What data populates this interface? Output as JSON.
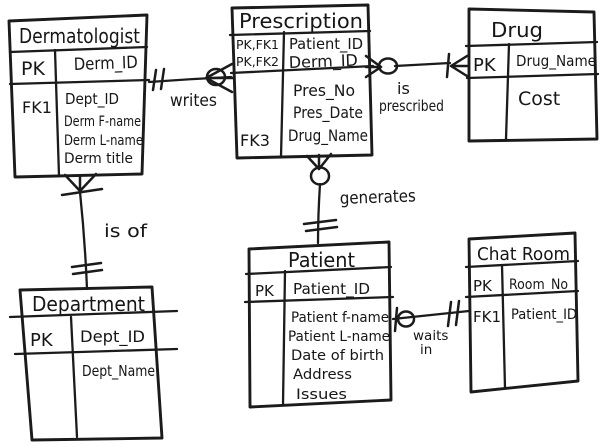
{
  "colors": {
    "ink": "#1b1b1b",
    "paper": "#ffffff"
  },
  "diagram": {
    "type": "entity-relationship",
    "entities": [
      {
        "id": "dermatologist",
        "title": "Dermatologist",
        "rows": [
          {
            "keys": [
              "PK"
            ],
            "attributes": [
              "Derm_ID"
            ]
          },
          {
            "keys": [
              "FK1"
            ],
            "attributes": [
              "Dept_ID",
              "Derm F-name",
              "Derm L-name",
              "Derm title"
            ]
          }
        ]
      },
      {
        "id": "prescription",
        "title": "Prescription",
        "rows": [
          {
            "keys": [
              "PK,FK1",
              "PK,FK2"
            ],
            "attributes": [
              "Patient_ID",
              "Derm_ID"
            ]
          },
          {
            "keys": [
              "FK3"
            ],
            "attributes": [
              "Pres_No",
              "Pres_Date",
              "Drug_Name"
            ]
          }
        ]
      },
      {
        "id": "drug",
        "title": "Drug",
        "rows": [
          {
            "keys": [
              "PK"
            ],
            "attributes": [
              "Drug_Name"
            ]
          },
          {
            "keys": [],
            "attributes": [
              "Cost"
            ]
          }
        ]
      },
      {
        "id": "department",
        "title": "Department",
        "rows": [
          {
            "keys": [
              "PK"
            ],
            "attributes": [
              "Dept_ID"
            ]
          },
          {
            "keys": [],
            "attributes": [
              "Dept_Name"
            ]
          }
        ]
      },
      {
        "id": "patient",
        "title": "Patient",
        "rows": [
          {
            "keys": [
              "PK"
            ],
            "attributes": [
              "Patient_ID"
            ]
          },
          {
            "keys": [],
            "attributes": [
              "Patient f-name",
              "Patient L-name",
              "Date of birth",
              "Address",
              "Issues"
            ]
          }
        ]
      },
      {
        "id": "chat-room",
        "title": "Chat Room",
        "rows": [
          {
            "keys": [
              "PK"
            ],
            "attributes": [
              "Room_No"
            ]
          },
          {
            "keys": [
              "FK1"
            ],
            "attributes": [
              "Patient_ID"
            ]
          }
        ]
      }
    ],
    "relationships": [
      {
        "label": "writes",
        "from": "Dermatologist",
        "to": "Prescription",
        "from_symbol": "one-tick",
        "to_symbol": "zero-circle-crow-foot"
      },
      {
        "label": "is prescribed",
        "label_lines": [
          "is",
          "prescribed"
        ],
        "from": "Prescription",
        "to": "Drug",
        "from_symbol": "zero-circle-crow-foot",
        "to_symbol": "one-tick-crow-foot"
      },
      {
        "label": "generates",
        "from": "Prescription",
        "to": "Patient",
        "from_symbol": "zero-circle-crow-foot",
        "to_symbol": "exactly-one-double-tick"
      },
      {
        "label": "is of",
        "from": "Dermatologist",
        "to": "Department",
        "from_symbol": "one-tick-crow-foot",
        "to_symbol": "exactly-one-double-tick"
      },
      {
        "label": "waits in",
        "label_lines": [
          "waits",
          "in"
        ],
        "from": "Patient",
        "to": "Chat Room",
        "from_symbol": "zero-or-one-tick-circle",
        "to_symbol": "exactly-one-double-tick"
      }
    ]
  }
}
